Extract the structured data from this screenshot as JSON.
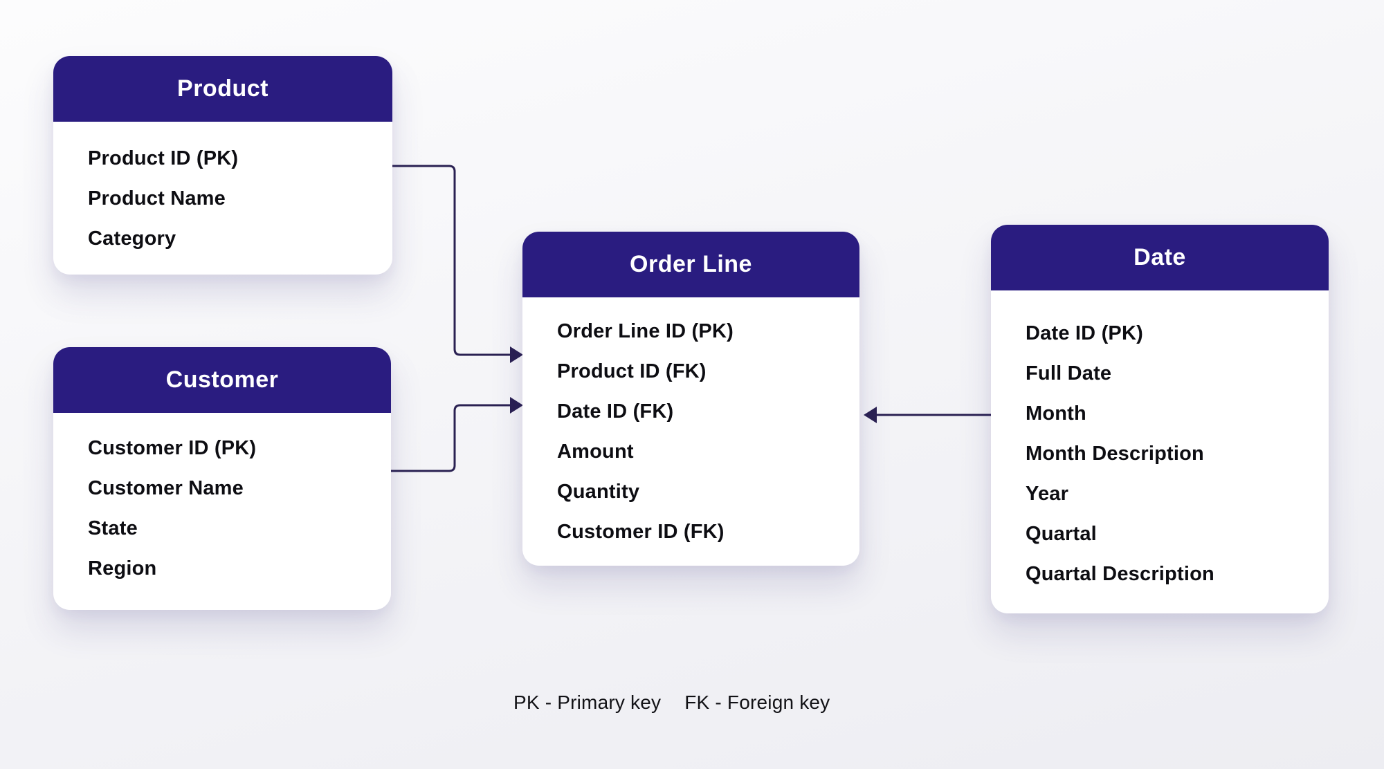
{
  "colors": {
    "header_bg": "#2A1C80",
    "header_text": "#FFFFFF",
    "row_text": "#0D0D12",
    "line": "#2A2152",
    "card_bg": "#FFFFFF"
  },
  "tables": [
    {
      "id": "product",
      "title": "Product",
      "rows": [
        "Product ID (PK)",
        "Product Name",
        "Category"
      ]
    },
    {
      "id": "customer",
      "title": "Customer",
      "rows": [
        "Customer ID (PK)",
        "Customer Name",
        "State",
        "Region"
      ]
    },
    {
      "id": "order_line",
      "title": "Order Line",
      "rows": [
        "Order Line ID (PK)",
        "Product ID (FK)",
        "Date ID (FK)",
        "Amount",
        "Quantity",
        "Customer ID (FK)"
      ]
    },
    {
      "id": "date",
      "title": "Date",
      "rows": [
        "Date ID (PK)",
        "Full Date",
        "Month",
        "Month Description",
        "Year",
        "Quartal",
        "Quartal Description"
      ]
    }
  ],
  "relationships": [
    {
      "from": "Product",
      "to": "Order Line",
      "arrow": "into Order Line left edge at Product ID (FK)"
    },
    {
      "from": "Customer",
      "to": "Order Line",
      "arrow": "into Order Line left edge at Date ID (FK) level"
    },
    {
      "from": "Date",
      "to": "Order Line",
      "arrow": "into Order Line right edge at Date ID (FK)"
    }
  ],
  "legend": {
    "pk": "PK - Primary key",
    "fk": "FK - Foreign key"
  }
}
